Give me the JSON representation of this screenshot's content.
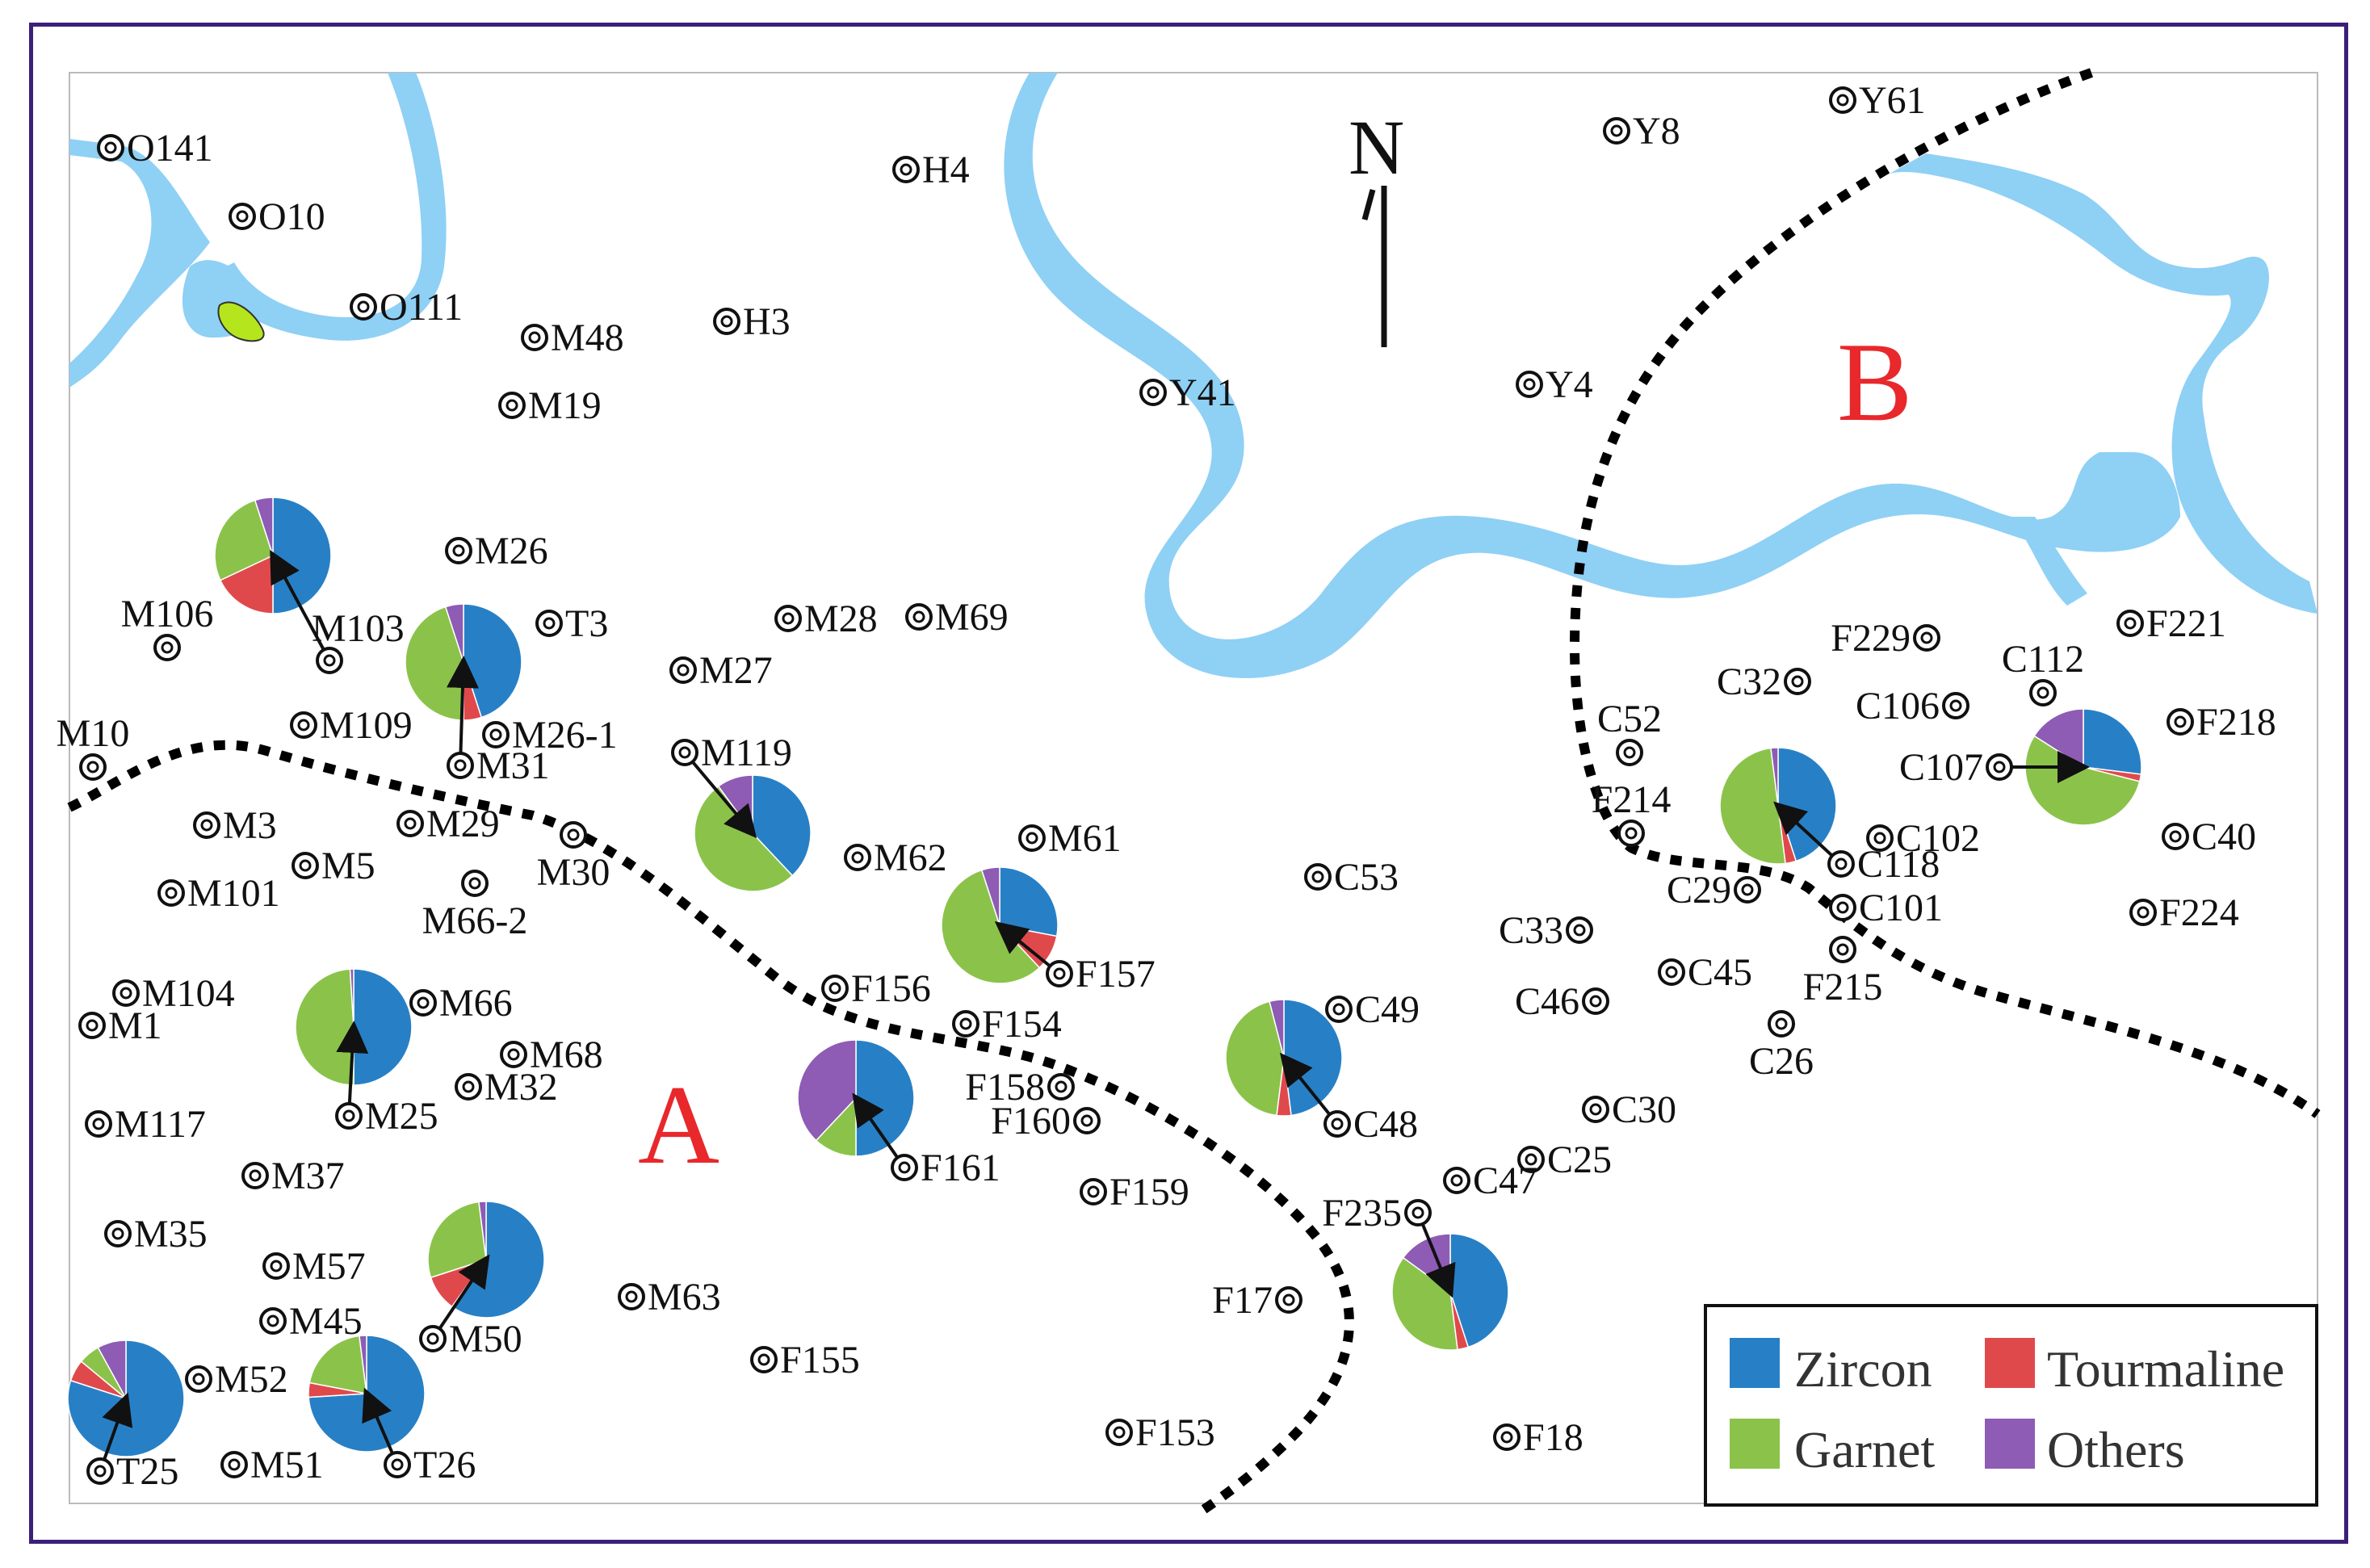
{
  "colors": {
    "zircon": "#2780c6",
    "tourmaline": "#e0494c",
    "garnet": "#8bc34a",
    "others": "#8e5bb5",
    "river": "#8fd0f5",
    "zone_label": "#e8282b",
    "frame": "#3b1f7a"
  },
  "north_label": "N",
  "zones": [
    {
      "id": "A",
      "label": "A"
    },
    {
      "id": "B",
      "label": "B"
    }
  ],
  "legend": [
    {
      "label": "Zircon",
      "color_key": "zircon"
    },
    {
      "label": "Tourmaline",
      "color_key": "tourmaline"
    },
    {
      "label": "Garnet",
      "color_key": "garnet"
    },
    {
      "label": "Others",
      "color_key": "others"
    }
  ],
  "samples": [
    "O141",
    "O10",
    "O111",
    "H4",
    "H3",
    "M48",
    "M19",
    "Y41",
    "Y4",
    "Y8",
    "Y61",
    "M26",
    "M106",
    "M103",
    "T3",
    "M28",
    "M69",
    "M27",
    "M10",
    "M109",
    "M26-1",
    "M31",
    "M119",
    "M3",
    "M29",
    "M30",
    "M5",
    "M101",
    "M66-2",
    "M62",
    "M61",
    "M104",
    "M66",
    "M1",
    "M68",
    "M32",
    "M25",
    "M117",
    "M37",
    "M35",
    "M57",
    "M45",
    "M50",
    "M63",
    "M52",
    "T25",
    "M51",
    "T26",
    "F155",
    "F153",
    "F156",
    "F154",
    "F157",
    "F158",
    "F160",
    "F161",
    "F159",
    "F17",
    "F235",
    "F18",
    "C53",
    "C33",
    "C46",
    "C49",
    "C48",
    "C45",
    "C30",
    "C25",
    "C47",
    "C26",
    "C52",
    "F214",
    "C29",
    "C32",
    "C106",
    "C112",
    "F229",
    "F221",
    "F218",
    "C107",
    "C102",
    "C118",
    "C101",
    "F215",
    "C40",
    "F224"
  ],
  "pie_charts": [
    {
      "sample": "M103",
      "zircon": 50,
      "tourmaline": 18,
      "garnet": 27,
      "others": 5
    },
    {
      "sample": "M31",
      "zircon": 45,
      "tourmaline": 5,
      "garnet": 45,
      "others": 5
    },
    {
      "sample": "M119",
      "zircon": 38,
      "tourmaline": 0,
      "garnet": 52,
      "others": 10
    },
    {
      "sample": "F157",
      "zircon": 28,
      "tourmaline": 10,
      "garnet": 57,
      "others": 5
    },
    {
      "sample": "M25",
      "zircon": 50,
      "tourmaline": 0,
      "garnet": 49,
      "others": 1
    },
    {
      "sample": "F161",
      "zircon": 50,
      "tourmaline": 0,
      "garnet": 12,
      "others": 38
    },
    {
      "sample": "C48",
      "zircon": 48,
      "tourmaline": 4,
      "garnet": 44,
      "others": 4
    },
    {
      "sample": "M50",
      "zircon": 60,
      "tourmaline": 10,
      "garnet": 28,
      "others": 2
    },
    {
      "sample": "T25",
      "zircon": 80,
      "tourmaline": 6,
      "garnet": 6,
      "others": 8
    },
    {
      "sample": "T26",
      "zircon": 74,
      "tourmaline": 4,
      "garnet": 20,
      "others": 2
    },
    {
      "sample": "F235",
      "zircon": 45,
      "tourmaline": 3,
      "garnet": 37,
      "others": 15
    },
    {
      "sample": "C118",
      "zircon": 45,
      "tourmaline": 3,
      "garnet": 50,
      "others": 2
    },
    {
      "sample": "C107",
      "zircon": 27,
      "tourmaline": 2,
      "garnet": 55,
      "others": 16
    }
  ]
}
